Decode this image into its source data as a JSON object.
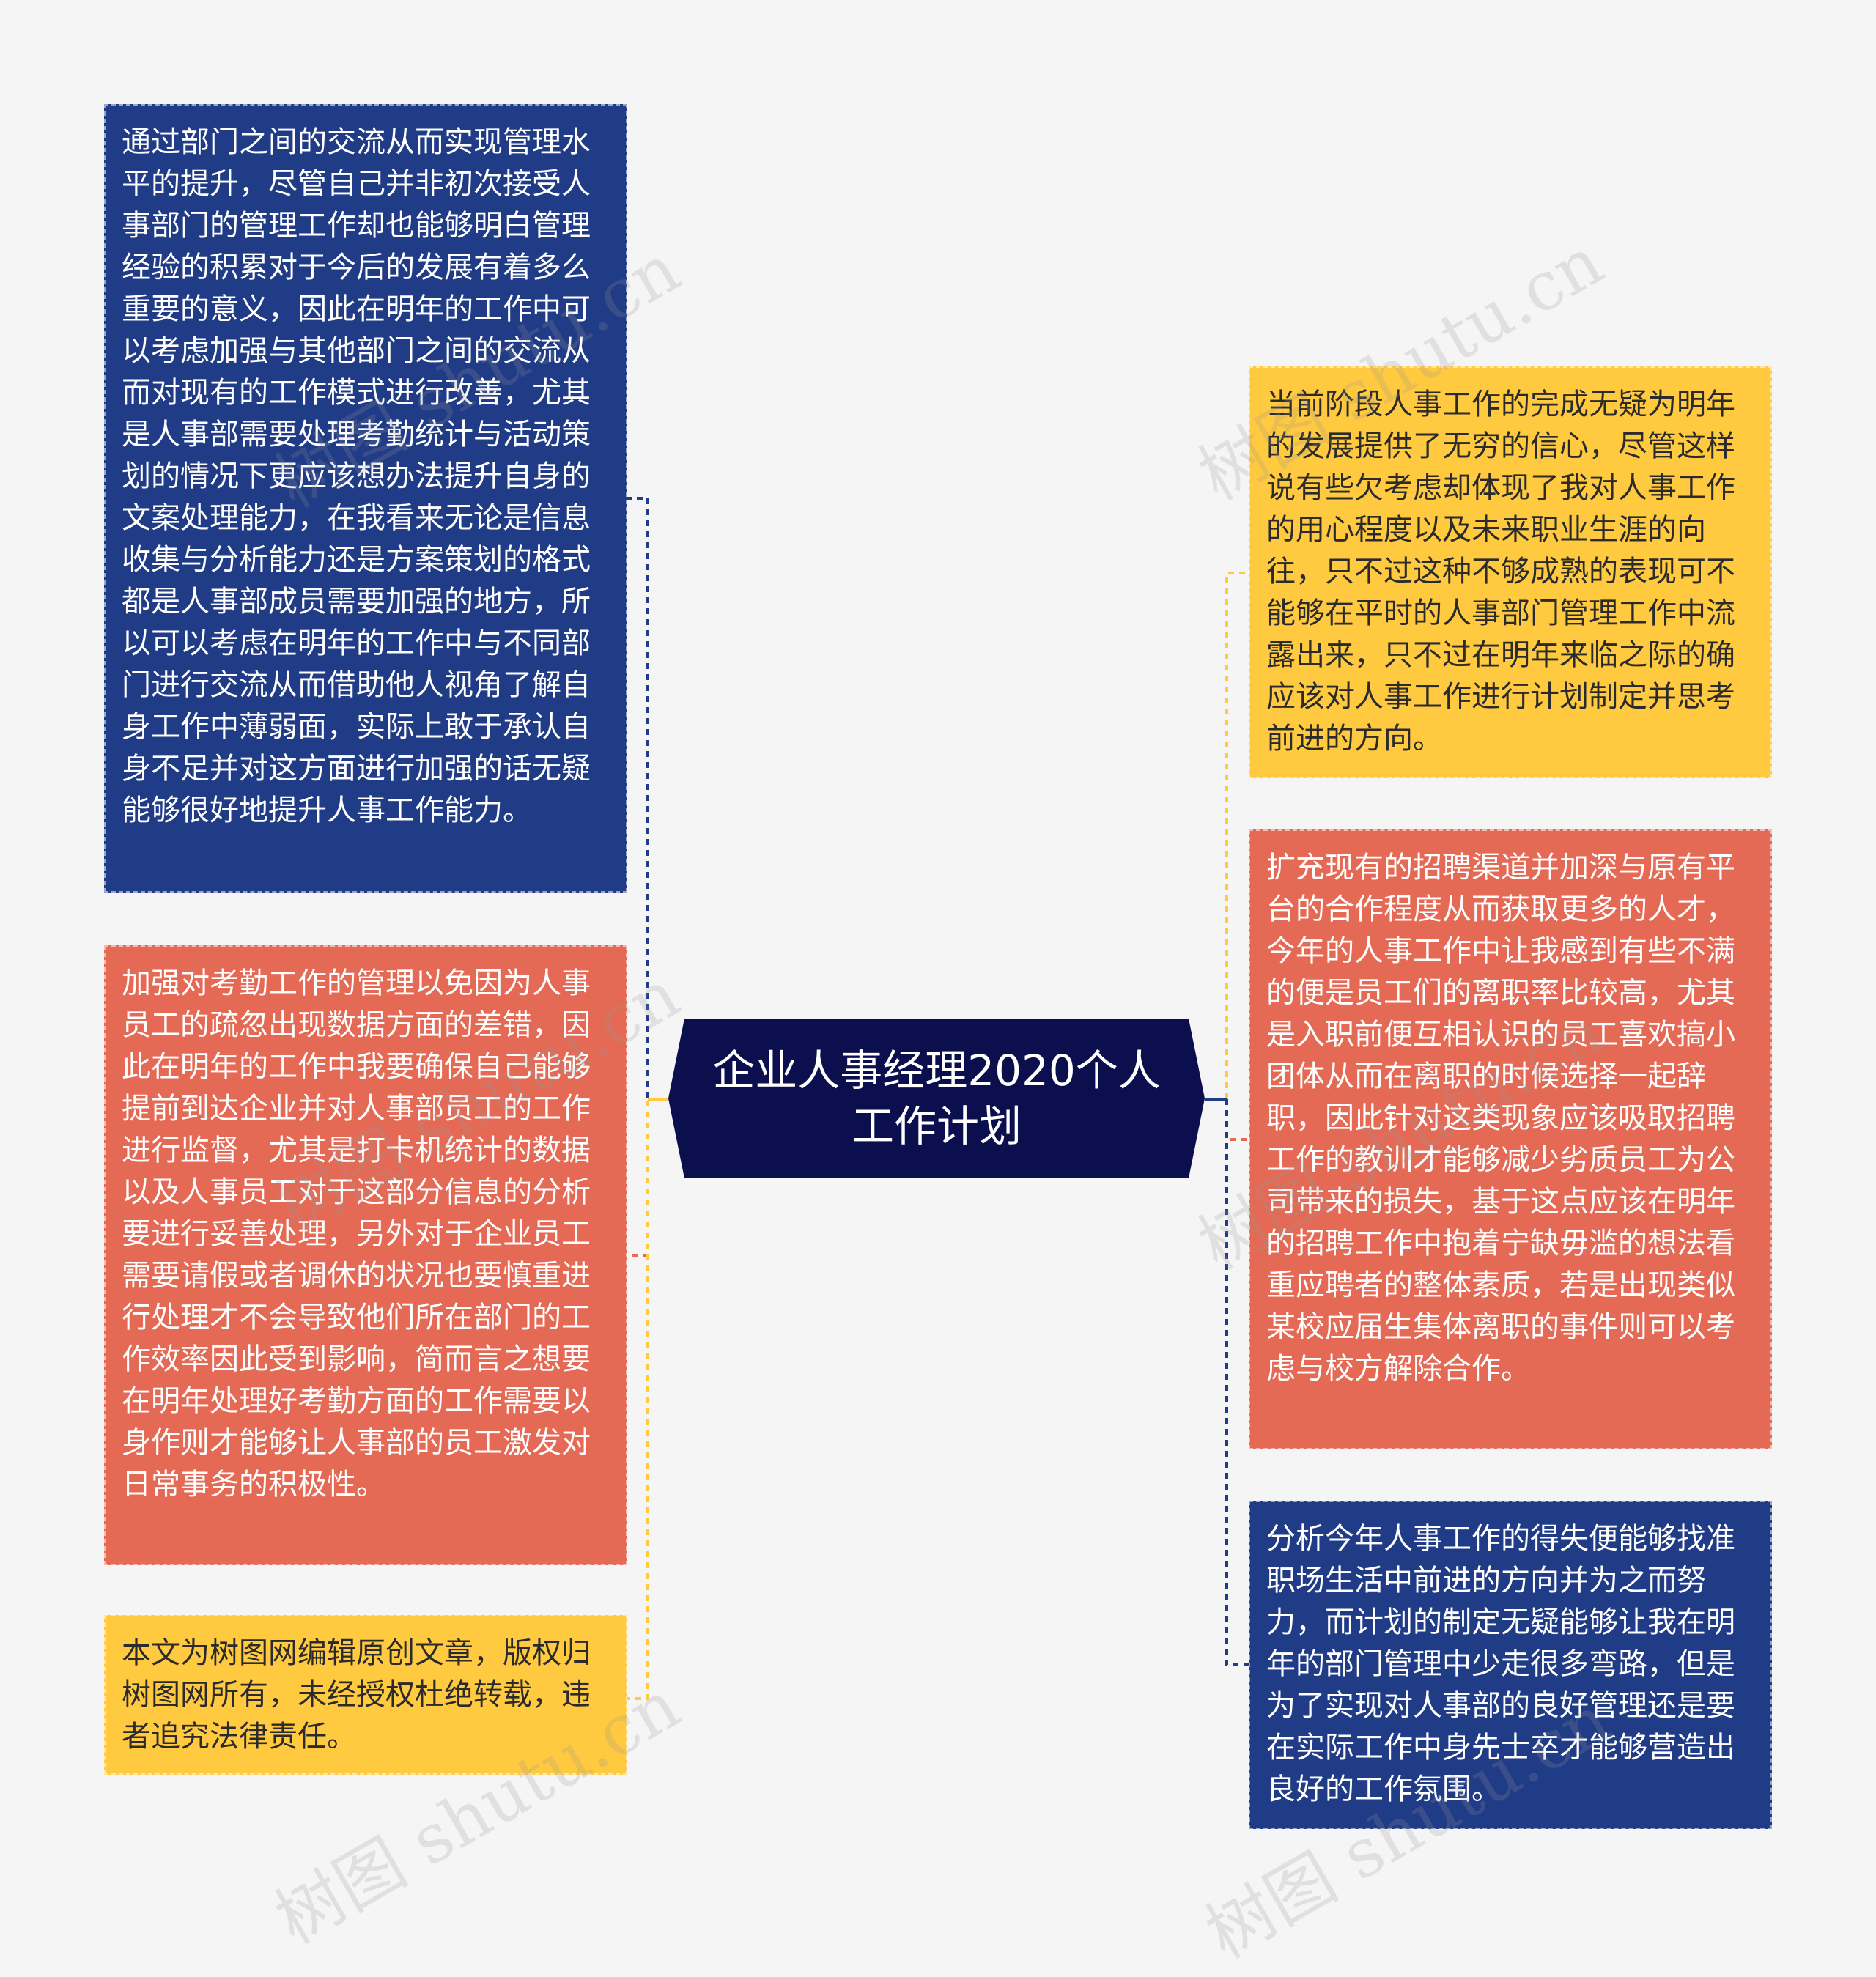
{
  "center": {
    "title": "企业人事经理2020个人工作计划"
  },
  "left_nodes": [
    {
      "text": "通过部门之间的交流从而实现管理水平的提升，尽管自己并非初次接受人事部门的管理工作却也能够明白管理经验的积累对于今后的发展有着多么重要的意义，因此在明年的工作中可以考虑加强与其他部门之间的交流从而对现有的工作模式进行改善，尤其是人事部需要处理考勤统计与活动策划的情况下更应该想办法提升自身的文案处理能力，在我看来无论是信息收集与分析能力还是方案策划的格式都是人事部成员需要加强的地方，所以可以考虑在明年的工作中与不同部门进行交流从而借助他人视角了解自身工作中薄弱面，实际上敢于承认自身不足并对这方面进行加强的话无疑能够很好地提升人事工作能力。",
      "color": "#213c87"
    },
    {
      "text": "加强对考勤工作的管理以免因为人事员工的疏忽出现数据方面的差错，因此在明年的工作中我要确保自己能够提前到达企业并对人事部员工的工作进行监督，尤其是打卡机统计的数据以及人事员工对于这部分信息的分析要进行妥善处理，另外对于企业员工需要请假或者调休的状况也要慎重进行处理才不会导致他们所在部门的工作效率因此受到影响，简而言之想要在明年处理好考勤方面的工作需要以身作则才能够让人事部的员工激发对日常事务的积极性。",
      "color": "#e56a55"
    },
    {
      "text": "本文为树图网编辑原创文章，版权归树图网所有，未经授权杜绝转载，违者追究法律责任。",
      "color": "#ffc940"
    }
  ],
  "right_nodes": [
    {
      "text": "当前阶段人事工作的完成无疑为明年的发展提供了无穷的信心，尽管这样说有些欠考虑却体现了我对人事工作的用心程度以及未来职业生涯的向往，只不过这种不够成熟的表现可不能够在平时的人事部门管理工作中流露出来，只不过在明年来临之际的确应该对人事工作进行计划制定并思考前进的方向。",
      "color": "#ffc940"
    },
    {
      "text": "扩充现有的招聘渠道并加深与原有平台的合作程度从而获取更多的人才，今年的人事工作中让我感到有些不满的便是员工们的离职率比较高，尤其是入职前便互相认识的员工喜欢搞小团体从而在离职的时候选择一起辞职，因此针对这类现象应该吸取招聘工作的教训才能够减少劣质员工为公司带来的损失，基于这点应该在明年的招聘工作中抱着宁缺毋滥的想法看重应聘者的整体素质，若是出现类似某校应届生集体离职的事件则可以考虑与校方解除合作。",
      "color": "#e56a55"
    },
    {
      "text": "分析今年人事工作的得失便能够找准职场生活中前进的方向并为之而努力，而计划的制定无疑能够让我在明年的部门管理中少走很多弯路，但是为了实现对人事部的良好管理还是要在实际工作中身先士卒才能够营造出良好的工作氛围。",
      "color": "#213c87"
    }
  ],
  "watermark": {
    "text": "树图 shutu.cn"
  }
}
